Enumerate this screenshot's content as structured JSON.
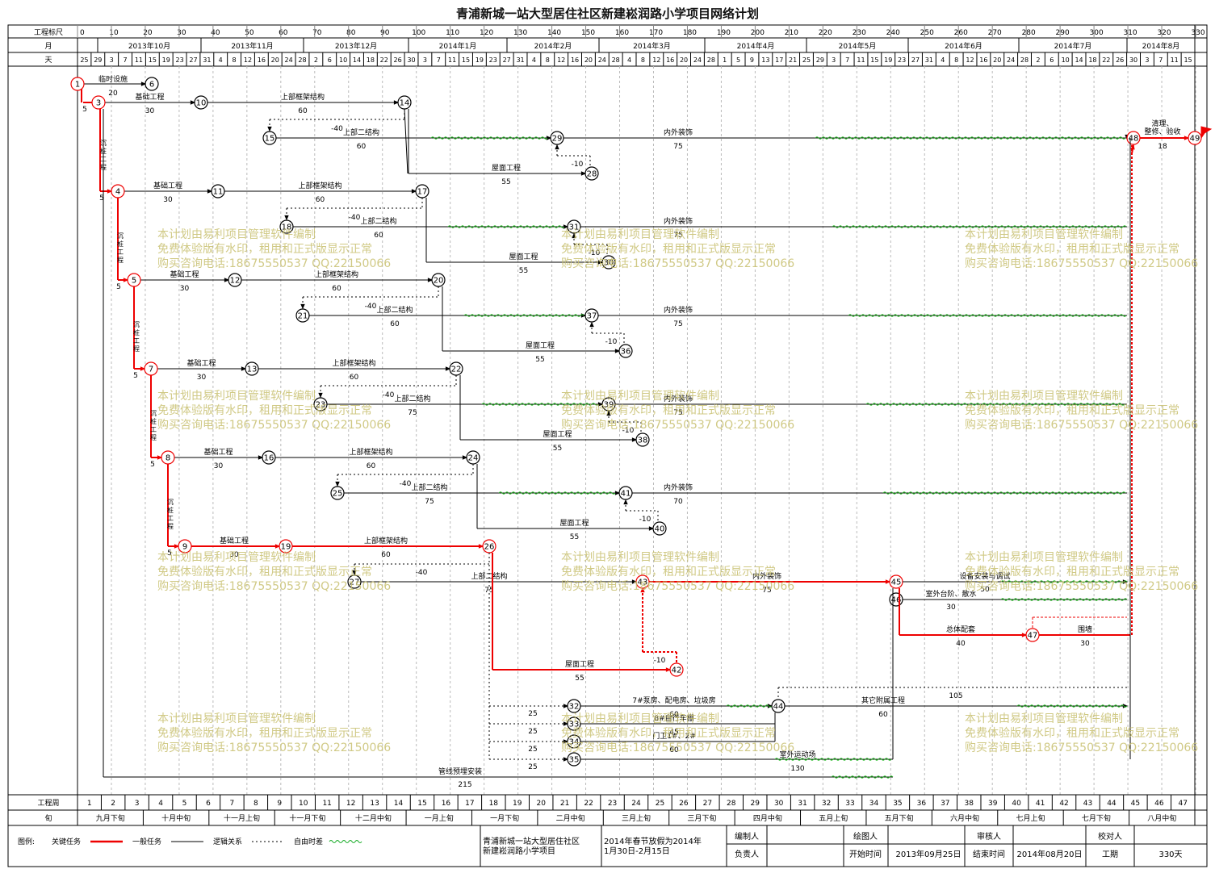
{
  "title": "青浦新城一站大型居住社区新建崧润路小学项目网络计划",
  "header": {
    "ruler_label": "工程标尺",
    "month_label": "月",
    "day_label": "天",
    "ruler_ticks": [
      "0",
      "10",
      "20",
      "30",
      "40",
      "50",
      "60",
      "70",
      "80",
      "90",
      "100",
      "110",
      "120",
      "130",
      "140",
      "150",
      "160",
      "170",
      "180",
      "190",
      "200",
      "210",
      "220",
      "230",
      "240",
      "250",
      "260",
      "270",
      "280",
      "290",
      "300",
      "310",
      "320",
      "330"
    ],
    "months": [
      "2013年10月",
      "2013年11月",
      "2013年12月",
      "2014年1月",
      "2014年2月",
      "2014年3月",
      "2014年4月",
      "2014年5月",
      "2014年6月",
      "2014年7月",
      "2014年8月"
    ],
    "days": [
      "25",
      "29",
      "3",
      "7",
      "11",
      "15",
      "19",
      "23",
      "27",
      "31",
      "4",
      "8",
      "12",
      "16",
      "20",
      "24",
      "28",
      "2",
      "6",
      "10",
      "14",
      "18",
      "22",
      "26",
      "30",
      "3",
      "7",
      "11",
      "15",
      "19",
      "23",
      "27",
      "31",
      "4",
      "8",
      "12",
      "16",
      "20",
      "24",
      "28",
      "4",
      "8",
      "12",
      "16",
      "20",
      "24",
      "28",
      "1",
      "5",
      "9",
      "13",
      "17",
      "21",
      "25",
      "29",
      "3",
      "7",
      "11",
      "15",
      "19",
      "23",
      "27",
      "31",
      "4",
      "8",
      "12",
      "16",
      "20",
      "24",
      "28",
      "2",
      "6",
      "10",
      "14",
      "18",
      "22",
      "26",
      "30",
      "3",
      "7",
      "11",
      "15"
    ]
  },
  "footer": {
    "week_label": "工程周",
    "weeks": [
      "1",
      "2",
      "3",
      "4",
      "5",
      "6",
      "7",
      "8",
      "9",
      "10",
      "11",
      "12",
      "13",
      "14",
      "15",
      "16",
      "17",
      "18",
      "19",
      "20",
      "21",
      "22",
      "23",
      "24",
      "25",
      "26",
      "27",
      "28",
      "29",
      "30",
      "31",
      "32",
      "33",
      "34",
      "35",
      "36",
      "37",
      "38",
      "39",
      "40",
      "41",
      "42",
      "43",
      "44",
      "45",
      "46",
      "47"
    ],
    "xun_label": "旬",
    "xun": [
      "九月下旬",
      "十月中旬",
      "十一月上旬",
      "十一月下旬",
      "十二月中旬",
      "一月上旬",
      "一月下旬",
      "二月中旬",
      "三月上旬",
      "三月下旬",
      "四月中旬",
      "五月上旬",
      "五月下旬",
      "六月中旬",
      "七月上旬",
      "七月下旬",
      "八月中旬"
    ]
  },
  "legend": {
    "label": "图例:",
    "critical": "关键任务",
    "normal": "一般任务",
    "logic": "逻辑关系",
    "free_float": "自由时差"
  },
  "info": {
    "project": "青浦新城一站大型居住社区新建崧润路小学项目",
    "note": "2014年春节放假为2014年1月30日-2月15日",
    "editor_label": "编制人",
    "editor": "",
    "drafter_label": "绘图人",
    "reviewer_label": "审核人",
    "checker_label": "校对人",
    "owner_label": "负责人",
    "start_label": "开始时间",
    "start": "2013年09月25日",
    "end_label": "结束时间",
    "end": "2014年08月20日",
    "duration_label": "工期",
    "duration": "330天"
  },
  "watermark": [
    "本计划由易利项目管理软件编制",
    "免费体验版有水印，租用和正式版显示正常",
    "购买咨询电话:18675550537 QQ:22150066"
  ],
  "network": {
    "nodes": [
      "1",
      "3",
      "4",
      "5",
      "6",
      "7",
      "8",
      "9",
      "10",
      "11",
      "12",
      "13",
      "14",
      "15",
      "16",
      "17",
      "18",
      "19",
      "20",
      "21",
      "22",
      "23",
      "24",
      "25",
      "26",
      "27",
      "28",
      "29",
      "30",
      "31",
      "32",
      "33",
      "34",
      "35",
      "36",
      "37",
      "38",
      "39",
      "40",
      "41",
      "42",
      "44",
      "45",
      "46",
      "47",
      "48",
      "49"
    ],
    "tasks": [
      {
        "name": "临时设施",
        "dur": "20"
      },
      {
        "name": "施工准备",
        "dur": "5"
      },
      {
        "name": "沉桩工程",
        "dur": "5"
      },
      {
        "name": "基础工程",
        "dur": "30"
      },
      {
        "name": "上部框架结构",
        "dur": "60"
      },
      {
        "name": "上部二结构",
        "dur": "60"
      },
      {
        "name": "上部二结构",
        "dur": "75"
      },
      {
        "name": "屋面工程",
        "dur": "55"
      },
      {
        "name": "内外装饰",
        "dur": "75"
      },
      {
        "name": "内外装饰",
        "dur": "70"
      },
      {
        "name": "清理、整修、验收",
        "dur": "18"
      },
      {
        "name": "7#泵房、配电房、垃圾房",
        "dur": "60"
      },
      {
        "name": "8#自行车棚",
        "dur": "45"
      },
      {
        "name": "门卫1#、2#",
        "dur": "60"
      },
      {
        "name": "室外运动场",
        "dur": "130"
      },
      {
        "name": "其它附属工程",
        "dur": "60"
      },
      {
        "name": "设备安装与调试",
        "dur": "50"
      },
      {
        "name": "室外台阶、散水",
        "dur": "30"
      },
      {
        "name": "总体配套",
        "dur": "40"
      },
      {
        "name": "围墙",
        "dur": "30"
      },
      {
        "name": "管线预埋安装",
        "dur": "215"
      }
    ],
    "lags": [
      "-40",
      "-10",
      "25",
      "105"
    ]
  }
}
